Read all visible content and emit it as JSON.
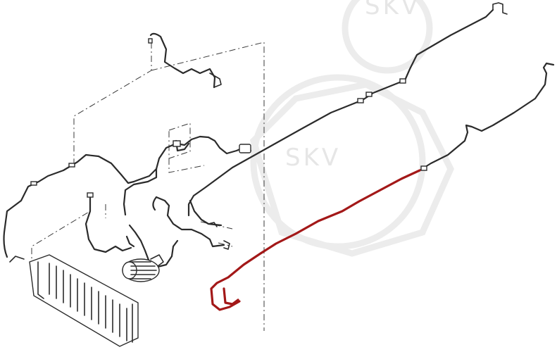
{
  "watermark": {
    "text_top": "SKV",
    "text_mid": "SKV"
  },
  "colors": {
    "line": "#2b2b2b",
    "highlight": "#a31818",
    "watermark": "#e6e6e6"
  },
  "parts": [
    {
      "name": "highlighted-ac-pipe",
      "highlighted": true
    },
    {
      "name": "compressor",
      "highlighted": false
    },
    {
      "name": "condenser",
      "highlighted": false
    }
  ]
}
